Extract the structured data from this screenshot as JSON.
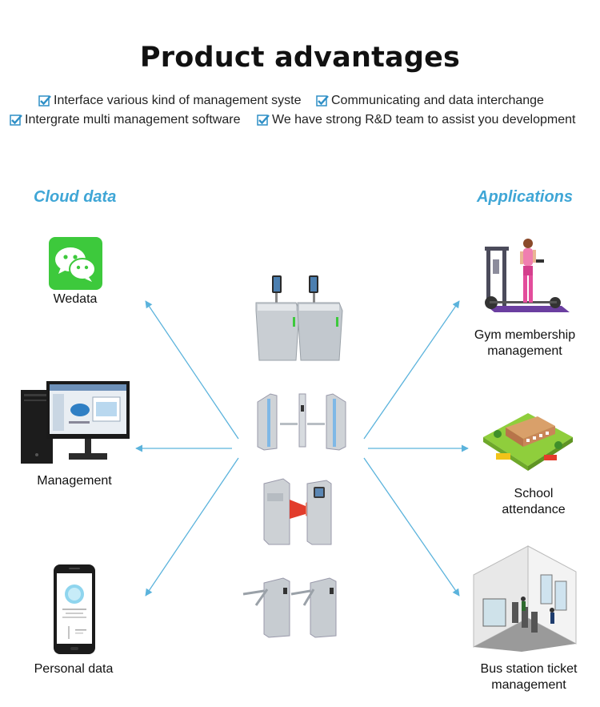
{
  "header": {
    "title": "Product advantages",
    "features": [
      "Interface various kind of management syste",
      "Communicating and data interchange",
      "Intergrate multi management software",
      "We have strong R&D team to assist you development"
    ]
  },
  "left": {
    "label": "Cloud data",
    "items": [
      {
        "caption": "Wedata",
        "icon": "wechat-icon"
      },
      {
        "caption": "Management",
        "icon": "desktop-computer-icon"
      },
      {
        "caption": "Personal data",
        "icon": "smartphone-icon"
      }
    ]
  },
  "right": {
    "label": "Applications",
    "items": [
      {
        "caption_line1": "Gym membership",
        "caption_line2": "management",
        "icon": "gym-icon"
      },
      {
        "caption_line1": "School",
        "caption_line2": "attendance",
        "icon": "school-icon"
      },
      {
        "caption_line1": "Bus station ticket",
        "caption_line2": "management",
        "icon": "bus-station-icon"
      }
    ]
  },
  "colors": {
    "accent": "#3fa6d6",
    "check": "#2e8fc6",
    "wechat_green": "#3dc93c",
    "arrow": "#5bb3dc"
  }
}
